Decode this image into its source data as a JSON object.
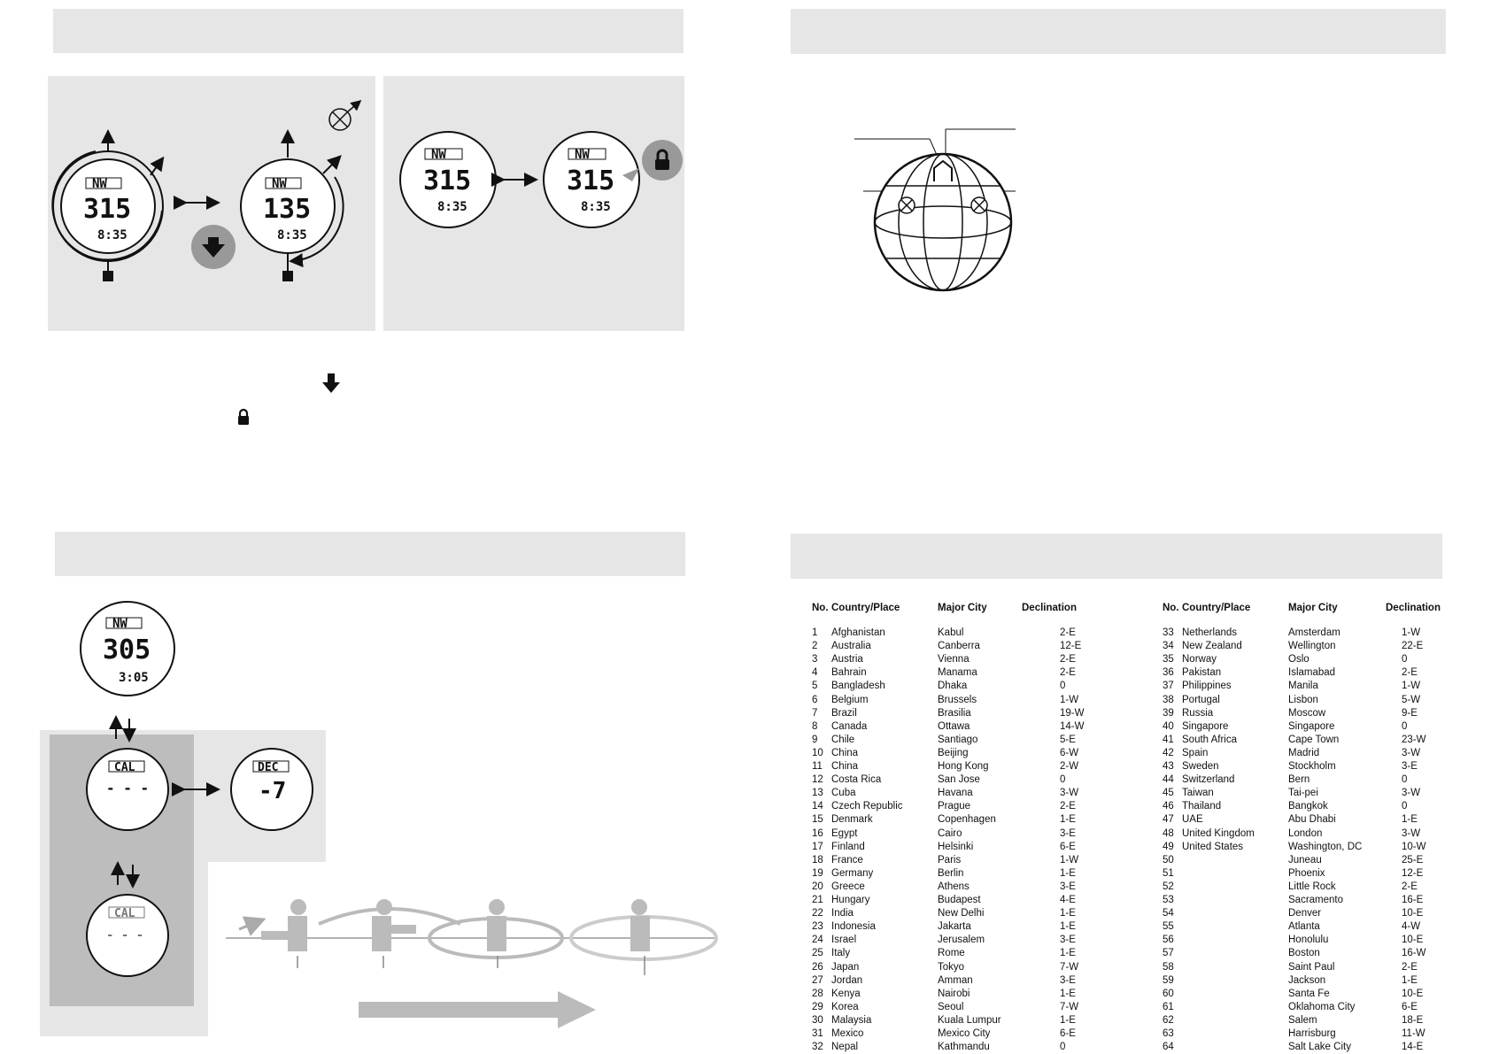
{
  "figures": {
    "watch1": {
      "dir": "NW",
      "deg": "315",
      "time": "8:35"
    },
    "watch2": {
      "dir": "NW",
      "deg": "135",
      "time": "8:35"
    },
    "watch3": {
      "dir": "NW",
      "deg": "315",
      "time": "8:35"
    },
    "watch4": {
      "dir": "NW",
      "deg": "315",
      "time": "8:35"
    },
    "watch5": {
      "dir": "NW",
      "deg": "305",
      "time": "3:05"
    },
    "watch_cal": {
      "label": "CAL",
      "value": "- - -"
    },
    "watch_dec": {
      "label": "DEC",
      "value": "-7"
    },
    "watch_cal2": {
      "label": "CAL",
      "value": "- - -"
    }
  },
  "table_headers": {
    "no": "No.",
    "country": "Country/Place",
    "city": "Major City",
    "decl": "Declination"
  },
  "declination_left": [
    {
      "no": "1",
      "country": "Afghanistan",
      "city": "Kabul",
      "decl": "2-E"
    },
    {
      "no": "2",
      "country": "Australia",
      "city": "Canberra",
      "decl": "12-E"
    },
    {
      "no": "3",
      "country": "Austria",
      "city": "Vienna",
      "decl": "2-E"
    },
    {
      "no": "4",
      "country": "Bahrain",
      "city": "Manama",
      "decl": "2-E"
    },
    {
      "no": "5",
      "country": "Bangladesh",
      "city": "Dhaka",
      "decl": "0"
    },
    {
      "no": "6",
      "country": "Belgium",
      "city": "Brussels",
      "decl": "1-W"
    },
    {
      "no": "7",
      "country": "Brazil",
      "city": "Brasilia",
      "decl": "19-W"
    },
    {
      "no": "8",
      "country": "Canada",
      "city": "Ottawa",
      "decl": "14-W"
    },
    {
      "no": "9",
      "country": "Chile",
      "city": "Santiago",
      "decl": "5-E"
    },
    {
      "no": "10",
      "country": "China",
      "city": "Beijing",
      "decl": "6-W"
    },
    {
      "no": "11",
      "country": "China",
      "city": "Hong Kong",
      "decl": "2-W"
    },
    {
      "no": "12",
      "country": "Costa Rica",
      "city": "San Jose",
      "decl": "0"
    },
    {
      "no": "13",
      "country": "Cuba",
      "city": "Havana",
      "decl": "3-W"
    },
    {
      "no": "14",
      "country": "Czech Republic",
      "city": "Prague",
      "decl": "2-E"
    },
    {
      "no": "15",
      "country": "Denmark",
      "city": "Copenhagen",
      "decl": "1-E"
    },
    {
      "no": "16",
      "country": "Egypt",
      "city": "Cairo",
      "decl": "3-E"
    },
    {
      "no": "17",
      "country": "Finland",
      "city": "Helsinki",
      "decl": "6-E"
    },
    {
      "no": "18",
      "country": "France",
      "city": "Paris",
      "decl": "1-W"
    },
    {
      "no": "19",
      "country": "Germany",
      "city": "Berlin",
      "decl": "1-E"
    },
    {
      "no": "20",
      "country": "Greece",
      "city": "Athens",
      "decl": "3-E"
    },
    {
      "no": "21",
      "country": "Hungary",
      "city": "Budapest",
      "decl": "4-E"
    },
    {
      "no": "22",
      "country": "India",
      "city": "New Delhi",
      "decl": "1-E"
    },
    {
      "no": "23",
      "country": "Indonesia",
      "city": "Jakarta",
      "decl": "1-E"
    },
    {
      "no": "24",
      "country": "Israel",
      "city": "Jerusalem",
      "decl": "3-E"
    },
    {
      "no": "25",
      "country": "Italy",
      "city": "Rome",
      "decl": "1-E"
    },
    {
      "no": "26",
      "country": "Japan",
      "city": "Tokyo",
      "decl": "7-W"
    },
    {
      "no": "27",
      "country": "Jordan",
      "city": "Amman",
      "decl": "3-E"
    },
    {
      "no": "28",
      "country": "Kenya",
      "city": "Nairobi",
      "decl": "1-E"
    },
    {
      "no": "29",
      "country": "Korea",
      "city": "Seoul",
      "decl": "7-W"
    },
    {
      "no": "30",
      "country": "Malaysia",
      "city": "Kuala Lumpur",
      "decl": "1-E"
    },
    {
      "no": "31",
      "country": "Mexico",
      "city": "Mexico City",
      "decl": "6-E"
    },
    {
      "no": "32",
      "country": "Nepal",
      "city": "Kathmandu",
      "decl": "0"
    }
  ],
  "declination_right": [
    {
      "no": "33",
      "country": "Netherlands",
      "city": "Amsterdam",
      "decl": "1-W"
    },
    {
      "no": "34",
      "country": "New Zealand",
      "city": "Wellington",
      "decl": "22-E"
    },
    {
      "no": "35",
      "country": "Norway",
      "city": "Oslo",
      "decl": "0"
    },
    {
      "no": "36",
      "country": "Pakistan",
      "city": "Islamabad",
      "decl": "2-E"
    },
    {
      "no": "37",
      "country": "Philippines",
      "city": "Manila",
      "decl": "1-W"
    },
    {
      "no": "38",
      "country": "Portugal",
      "city": "Lisbon",
      "decl": "5-W"
    },
    {
      "no": "39",
      "country": "Russia",
      "city": "Moscow",
      "decl": "9-E"
    },
    {
      "no": "40",
      "country": "Singapore",
      "city": "Singapore",
      "decl": "0"
    },
    {
      "no": "41",
      "country": "South Africa",
      "city": "Cape Town",
      "decl": "23-W"
    },
    {
      "no": "42",
      "country": "Spain",
      "city": "Madrid",
      "decl": "3-W"
    },
    {
      "no": "43",
      "country": "Sweden",
      "city": "Stockholm",
      "decl": "3-E"
    },
    {
      "no": "44",
      "country": "Switzerland",
      "city": "Bern",
      "decl": "0"
    },
    {
      "no": "45",
      "country": "Taiwan",
      "city": "Tai-pei",
      "decl": "3-W"
    },
    {
      "no": "46",
      "country": "Thailand",
      "city": "Bangkok",
      "decl": "0"
    },
    {
      "no": "47",
      "country": "UAE",
      "city": "Abu Dhabi",
      "decl": "1-E"
    },
    {
      "no": "48",
      "country": "United Kingdom",
      "city": "London",
      "decl": "3-W"
    },
    {
      "no": "49",
      "country": "United States",
      "city": "Washington, DC",
      "decl": "10-W"
    },
    {
      "no": "50",
      "country": "",
      "city": "Juneau",
      "decl": "25-E"
    },
    {
      "no": "51",
      "country": "",
      "city": "Phoenix",
      "decl": "12-E"
    },
    {
      "no": "52",
      "country": "",
      "city": "Little Rock",
      "decl": "2-E"
    },
    {
      "no": "53",
      "country": "",
      "city": "Sacramento",
      "decl": "16-E"
    },
    {
      "no": "54",
      "country": "",
      "city": "Denver",
      "decl": "10-E"
    },
    {
      "no": "55",
      "country": "",
      "city": "Atlanta",
      "decl": "4-W"
    },
    {
      "no": "56",
      "country": "",
      "city": "Honolulu",
      "decl": "10-E"
    },
    {
      "no": "57",
      "country": "",
      "city": "Boston",
      "decl": "16-W"
    },
    {
      "no": "58",
      "country": "",
      "city": "Saint Paul",
      "decl": "2-E"
    },
    {
      "no": "59",
      "country": "",
      "city": "Jackson",
      "decl": "1-E"
    },
    {
      "no": "60",
      "country": "",
      "city": "Santa Fe",
      "decl": "10-E"
    },
    {
      "no": "61",
      "country": "",
      "city": "Oklahoma City",
      "decl": "6-E"
    },
    {
      "no": "62",
      "country": "",
      "city": "Salem",
      "decl": "18-E"
    },
    {
      "no": "63",
      "country": "",
      "city": "Harrisburg",
      "decl": "11-W"
    },
    {
      "no": "64",
      "country": "",
      "city": "Salt Lake City",
      "decl": "14-E"
    }
  ]
}
